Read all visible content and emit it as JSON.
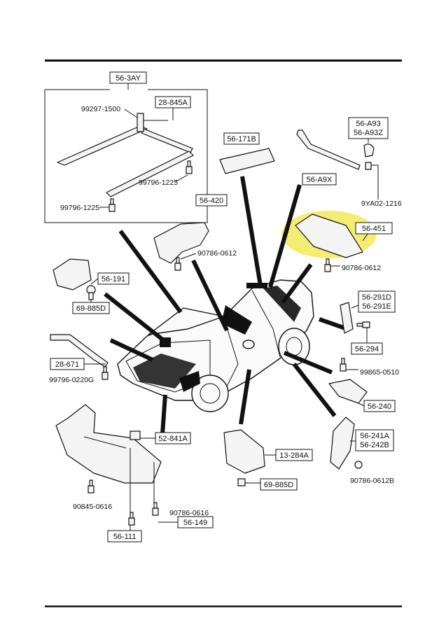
{
  "highlight_color": "#f3ea5a",
  "callouts": {
    "c_56_3AY": "56-3AY",
    "c_28_845A": "28-845A",
    "c_56_171B": "56-171B",
    "c_56_A93": "56-A93",
    "c_56_A93Z": "56-A93Z",
    "c_56_A9X": "56-A9X",
    "c_56_420": "56-420",
    "c_56_451": "56-451",
    "c_56_191": "56-191",
    "c_69_885D_a": "69-885D",
    "c_56_291D": "56-291D",
    "c_56_291E": "56-291E",
    "c_56_294": "56-294",
    "c_28_671": "28-671",
    "c_56_240": "56-240",
    "c_52_841A": "52-841A",
    "c_56_241A": "56-241A",
    "c_56_242B": "56-242B",
    "c_13_284A": "13-284A",
    "c_69_885D_b": "69-885D",
    "c_56_149": "56-149",
    "c_56_111": "56-111"
  },
  "fasteners": {
    "f_99297_1500": "99297-1500",
    "f_99796_1225_a": "99796-1225",
    "f_99796_1225_b": "99796-1225",
    "f_9YA02_1216": "9YA02-1216",
    "f_90786_0612_a": "90786-0612",
    "f_90786_0612_b": "90786-0612",
    "f_99796_0220G": "99796-0220G",
    "f_99865_0510": "99865-0510",
    "f_90786_0612B": "90786-0612B",
    "f_90845_0616": "90845-0616",
    "f_90786_0616": "90786-0616"
  }
}
